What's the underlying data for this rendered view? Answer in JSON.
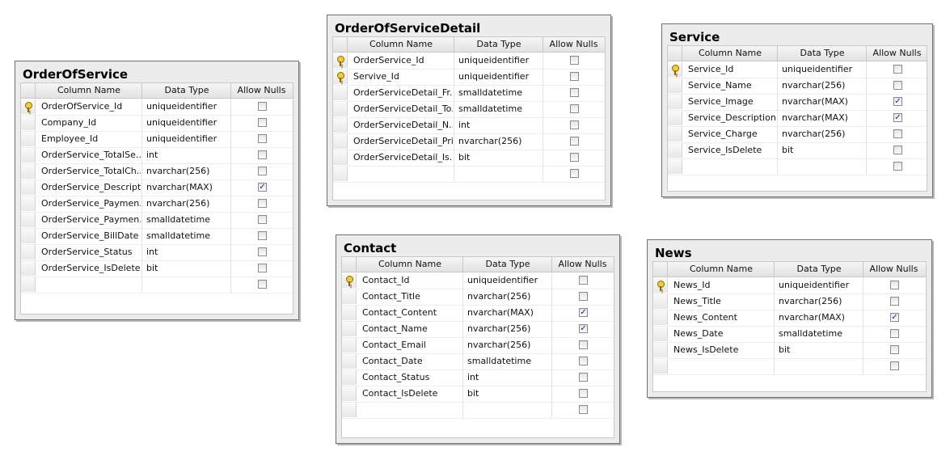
{
  "headers": {
    "column_name": "Column Name",
    "data_type": "Data Type",
    "allow_nulls": "Allow Nulls"
  },
  "tables": [
    {
      "name": "OrderOfService",
      "rows": [
        {
          "column": "OrderOfService_Id",
          "type": "uniqueidentifier",
          "nulls": false,
          "pk": true
        },
        {
          "column": "Company_Id",
          "type": "uniqueidentifier",
          "nulls": false,
          "pk": false
        },
        {
          "column": "Employee_Id",
          "type": "uniqueidentifier",
          "nulls": false,
          "pk": false
        },
        {
          "column": "OrderService_TotalSe...",
          "type": "int",
          "nulls": false,
          "pk": false
        },
        {
          "column": "OrderService_TotalCh...",
          "type": "nvarchar(256)",
          "nulls": false,
          "pk": false
        },
        {
          "column": "OrderService_Descript...",
          "type": "nvarchar(MAX)",
          "nulls": true,
          "pk": false
        },
        {
          "column": "OrderService_Paymen...",
          "type": "nvarchar(256)",
          "nulls": false,
          "pk": false
        },
        {
          "column": "OrderService_Paymen...",
          "type": "smalldatetime",
          "nulls": false,
          "pk": false
        },
        {
          "column": "OrderService_BillDate",
          "type": "smalldatetime",
          "nulls": false,
          "pk": false
        },
        {
          "column": "OrderService_Status",
          "type": "int",
          "nulls": false,
          "pk": false
        },
        {
          "column": "OrderService_IsDelete",
          "type": "bit",
          "nulls": false,
          "pk": false
        },
        {
          "column": "",
          "type": "",
          "nulls": false,
          "pk": false
        }
      ]
    },
    {
      "name": "OrderOfServiceDetail",
      "rows": [
        {
          "column": "OrderService_Id",
          "type": "uniqueidentifier",
          "nulls": false,
          "pk": true
        },
        {
          "column": "Servive_Id",
          "type": "uniqueidentifier",
          "nulls": false,
          "pk": true
        },
        {
          "column": "OrderServiceDetail_Fr...",
          "type": "smalldatetime",
          "nulls": false,
          "pk": false
        },
        {
          "column": "OrderServiceDetail_To...",
          "type": "smalldatetime",
          "nulls": false,
          "pk": false
        },
        {
          "column": "OrderServiceDetail_N...",
          "type": "int",
          "nulls": false,
          "pk": false
        },
        {
          "column": "OrderServiceDetail_Price",
          "type": "nvarchar(256)",
          "nulls": false,
          "pk": false
        },
        {
          "column": "OrderServiceDetail_Is...",
          "type": "bit",
          "nulls": false,
          "pk": false
        },
        {
          "column": "",
          "type": "",
          "nulls": false,
          "pk": false
        }
      ]
    },
    {
      "name": "Service",
      "rows": [
        {
          "column": "Service_Id",
          "type": "uniqueidentifier",
          "nulls": false,
          "pk": true
        },
        {
          "column": "Service_Name",
          "type": "nvarchar(256)",
          "nulls": false,
          "pk": false
        },
        {
          "column": "Service_Image",
          "type": "nvarchar(MAX)",
          "nulls": true,
          "pk": false
        },
        {
          "column": "Service_Description",
          "type": "nvarchar(MAX)",
          "nulls": true,
          "pk": false
        },
        {
          "column": "Service_Charge",
          "type": "nvarchar(256)",
          "nulls": false,
          "pk": false
        },
        {
          "column": "Service_IsDelete",
          "type": "bit",
          "nulls": false,
          "pk": false
        },
        {
          "column": "",
          "type": "",
          "nulls": false,
          "pk": false
        }
      ]
    },
    {
      "name": "Contact",
      "rows": [
        {
          "column": "Contact_Id",
          "type": "uniqueidentifier",
          "nulls": false,
          "pk": true
        },
        {
          "column": "Contact_Title",
          "type": "nvarchar(256)",
          "nulls": false,
          "pk": false
        },
        {
          "column": "Contact_Content",
          "type": "nvarchar(MAX)",
          "nulls": true,
          "pk": false
        },
        {
          "column": "Contact_Name",
          "type": "nvarchar(256)",
          "nulls": true,
          "pk": false
        },
        {
          "column": "Contact_Email",
          "type": "nvarchar(256)",
          "nulls": false,
          "pk": false
        },
        {
          "column": "Contact_Date",
          "type": "smalldatetime",
          "nulls": false,
          "pk": false
        },
        {
          "column": "Contact_Status",
          "type": "int",
          "nulls": false,
          "pk": false
        },
        {
          "column": "Contact_IsDelete",
          "type": "bit",
          "nulls": false,
          "pk": false
        },
        {
          "column": "",
          "type": "",
          "nulls": false,
          "pk": false
        }
      ]
    },
    {
      "name": "News",
      "rows": [
        {
          "column": "News_Id",
          "type": "uniqueidentifier",
          "nulls": false,
          "pk": true
        },
        {
          "column": "News_Title",
          "type": "nvarchar(256)",
          "nulls": false,
          "pk": false
        },
        {
          "column": "News_Content",
          "type": "nvarchar(MAX)",
          "nulls": true,
          "pk": false
        },
        {
          "column": "News_Date",
          "type": "smalldatetime",
          "nulls": false,
          "pk": false
        },
        {
          "column": "News_IsDelete",
          "type": "bit",
          "nulls": false,
          "pk": false
        },
        {
          "column": "",
          "type": "",
          "nulls": false,
          "pk": false
        }
      ]
    }
  ]
}
